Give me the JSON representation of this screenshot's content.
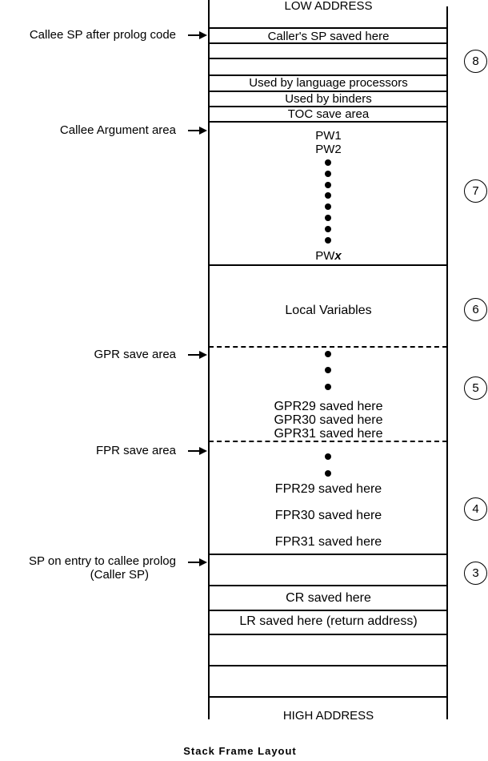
{
  "regions": {
    "low_address": "LOW ADDRESS",
    "callers_sp": "Caller's SP saved here",
    "lang_proc": "Used by language processors",
    "binders": "Used by binders",
    "toc": "TOC save area",
    "pw1": "PW1",
    "pw2": "PW2",
    "pwx_prefix": "PW",
    "pwx_suffix": "x",
    "local_vars": "Local Variables",
    "gpr29": "GPR29 saved here",
    "gpr30": "GPR30 saved here",
    "gpr31": "GPR31 saved here",
    "fpr29": "FPR29 saved here",
    "fpr30": "FPR30 saved here",
    "fpr31": "FPR31 saved here",
    "cr": "CR saved here",
    "lr": "LR saved here (return address)",
    "high_address": "HIGH ADDRESS"
  },
  "pointers": {
    "callee_sp": "Callee SP after prolog code",
    "callee_arg": "Callee Argument area",
    "gpr_save": "GPR save area",
    "fpr_save": "FPR save area",
    "sp_entry_line1": "SP on entry to callee prolog",
    "sp_entry_line2": "(Caller SP)"
  },
  "markers": [
    "8",
    "7",
    "6",
    "5",
    "4",
    "3"
  ],
  "caption": "Stack Frame Layout"
}
